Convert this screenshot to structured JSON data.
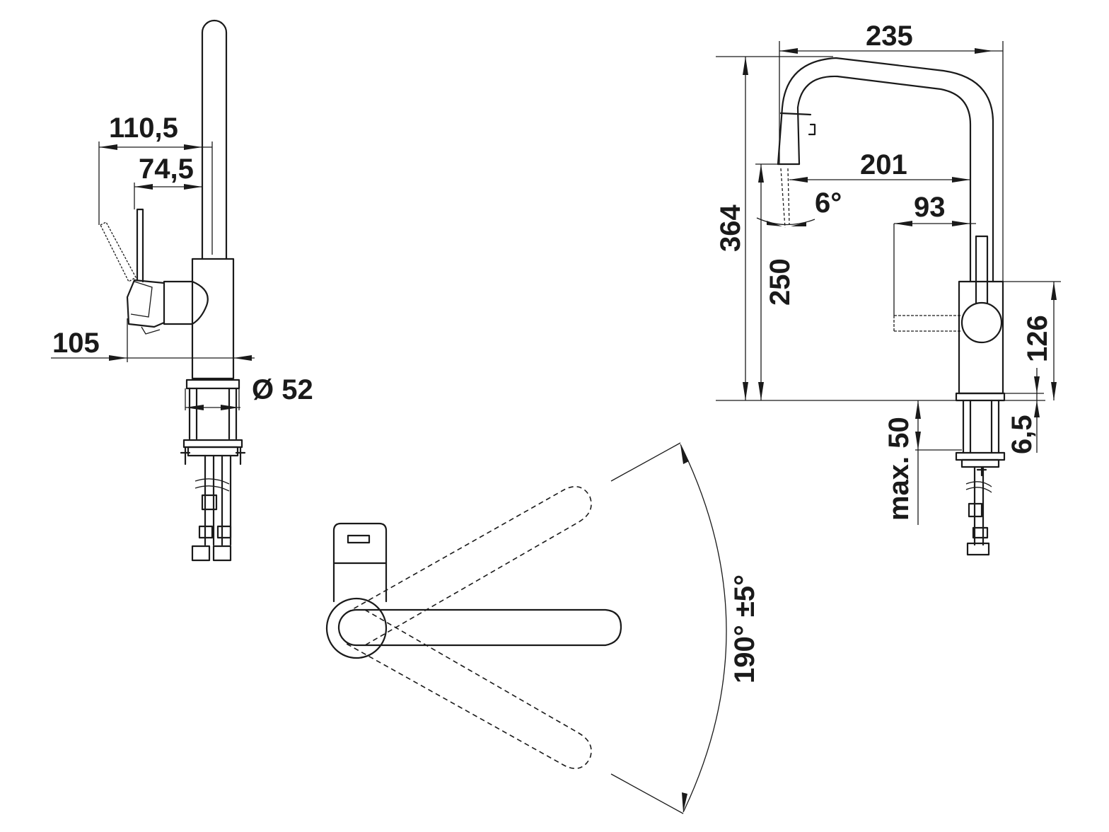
{
  "dimensions": {
    "side_spout_offset": "110,5",
    "side_lever_offset": "74,5",
    "side_depth": "105",
    "body_diameter": "Ø 52",
    "front_width": "235",
    "front_height": "364",
    "spout_height": "250",
    "spout_reach": "201",
    "spout_angle": "6°",
    "lever_reach": "93",
    "body_height": "126",
    "counter_thickness": "max. 50",
    "base_plate": "6,5",
    "swivel_angle": "190° ±5°"
  }
}
